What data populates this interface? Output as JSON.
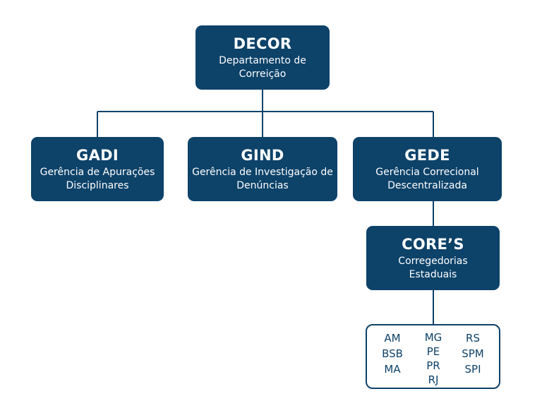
{
  "org_chart": {
    "root": {
      "code": "DECOR",
      "name": "Departamento de Correição"
    },
    "gerencias": [
      {
        "code": "GADI",
        "name": "Gerência de Apurações Disciplinares"
      },
      {
        "code": "GIND",
        "name": "Gerência de Investigação de Denúncias"
      },
      {
        "code": "GEDE",
        "name": "Gerência Correcional Descentralizada"
      }
    ],
    "cores": {
      "code": "CORE’S",
      "name": "Corregedorias Estaduais"
    },
    "states": {
      "col1": [
        "AM",
        "BSB",
        "MA"
      ],
      "col2": [
        "MG",
        "PE",
        "PR",
        "RJ"
      ],
      "col3": [
        "RS",
        "SPM",
        "SPI"
      ]
    }
  },
  "colors": {
    "box_fill": "#0d4269",
    "line": "#0d4269",
    "text_on_box": "#ffffff"
  }
}
